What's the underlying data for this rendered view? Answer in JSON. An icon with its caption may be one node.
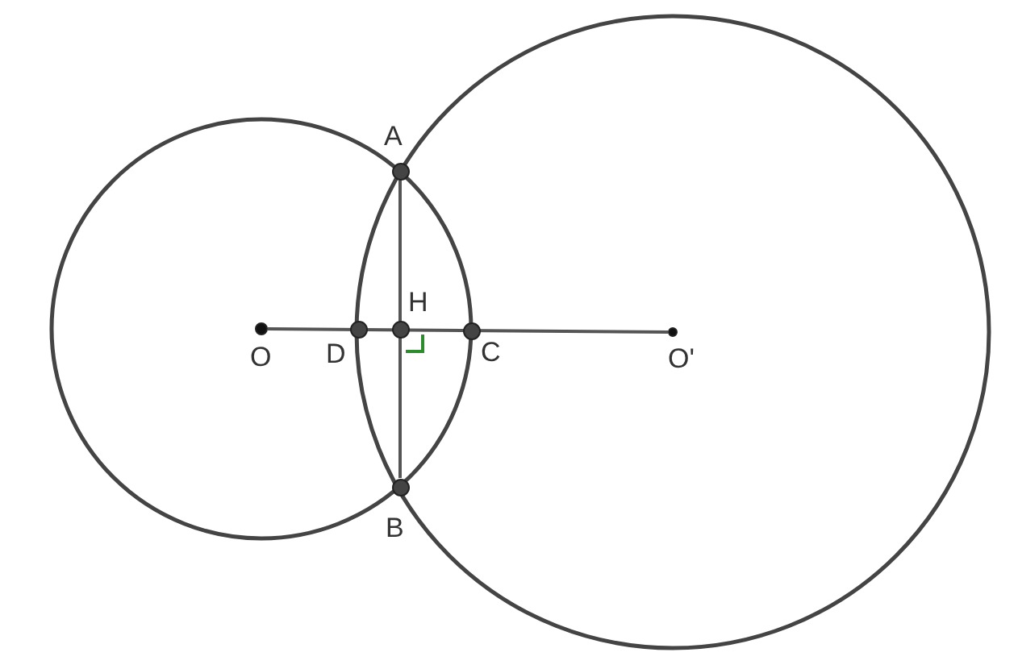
{
  "diagram": {
    "nodes": [
      {
        "text": [
          "A"
        ]
      },
      {
        "text": [
          "H"
        ]
      },
      {
        "text": [
          "O"
        ]
      },
      {
        "text": [
          "D"
        ]
      },
      {
        "text": [
          "C"
        ]
      },
      {
        "text": [
          "O'"
        ]
      },
      {
        "text": [
          "B"
        ]
      }
    ],
    "edges": [
      {
        "from": 0,
        "to": 6,
        "arrow": "none"
      },
      {
        "from": 2,
        "to": 5,
        "arrow": "none"
      }
    ]
  }
}
